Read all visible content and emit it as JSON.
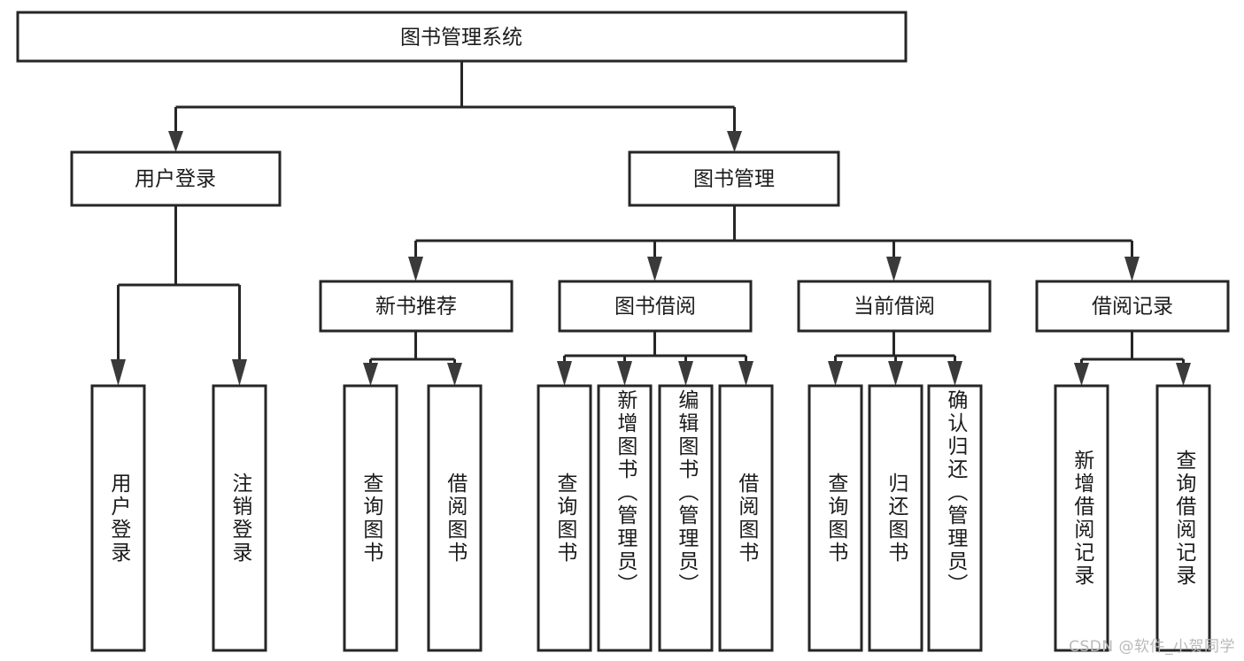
{
  "diagram": {
    "title": "图书管理系统",
    "type": "tree",
    "watermark": "CSDN @软件_小贺同学",
    "colors": {
      "stroke": "#262626",
      "fill": "#ffffff",
      "text": "#1b1b1b",
      "arrow": "#3a3a3a",
      "watermark": "#b9b9b9",
      "background": "#ffffff"
    },
    "levels": {
      "root": {
        "label": "图书管理系统"
      },
      "level2": [
        {
          "id": "user-login",
          "label": "用户登录"
        },
        {
          "id": "book-manage",
          "label": "图书管理"
        }
      ],
      "level3": [
        {
          "id": "new-book-recommend",
          "label": "新书推荐",
          "parent": "book-manage"
        },
        {
          "id": "book-borrow",
          "label": "图书借阅",
          "parent": "book-manage"
        },
        {
          "id": "current-borrow",
          "label": "当前借阅",
          "parent": "book-manage"
        },
        {
          "id": "borrow-record",
          "label": "借阅记录",
          "parent": "book-manage"
        }
      ],
      "leaves": [
        {
          "id": "leaf-user-login",
          "label": "用户登录",
          "parent": "user-login"
        },
        {
          "id": "leaf-user-logout",
          "label": "注销登录",
          "parent": "user-login"
        },
        {
          "id": "leaf-query-book-1",
          "label": "查询图书",
          "parent": "new-book-recommend"
        },
        {
          "id": "leaf-borrow-book-1",
          "label": "借阅图书",
          "parent": "new-book-recommend"
        },
        {
          "id": "leaf-query-book-2",
          "label": "查询图书",
          "parent": "book-borrow"
        },
        {
          "id": "leaf-add-book",
          "label": "新增图书（管理员）",
          "parent": "book-borrow"
        },
        {
          "id": "leaf-edit-book",
          "label": "编辑图书（管理员）",
          "parent": "book-borrow"
        },
        {
          "id": "leaf-borrow-book-2",
          "label": "借阅图书",
          "parent": "book-borrow"
        },
        {
          "id": "leaf-query-book-3",
          "label": "查询图书",
          "parent": "current-borrow"
        },
        {
          "id": "leaf-return-book",
          "label": "归还图书",
          "parent": "current-borrow"
        },
        {
          "id": "leaf-confirm-return",
          "label": "确认归还（管理员）",
          "parent": "current-borrow"
        },
        {
          "id": "leaf-add-record",
          "label": "新增借阅记录",
          "parent": "borrow-record"
        },
        {
          "id": "leaf-query-record",
          "label": "查询借阅记录",
          "parent": "borrow-record"
        }
      ]
    }
  }
}
